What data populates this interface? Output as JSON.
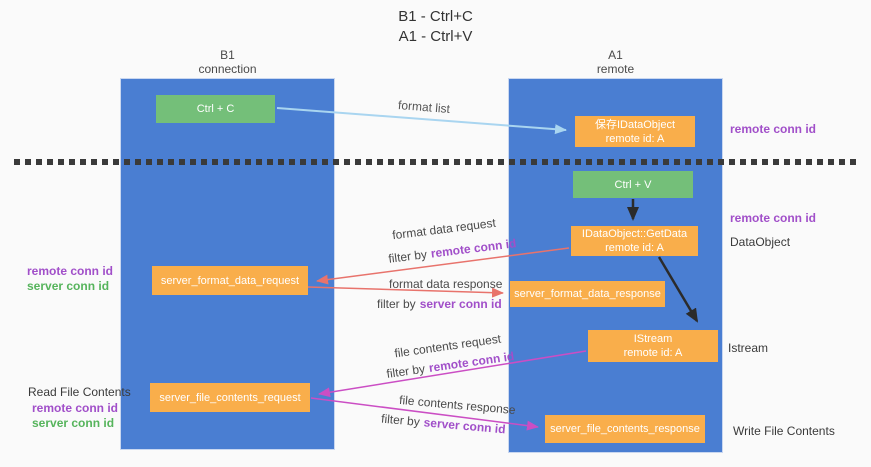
{
  "title": {
    "line1": "B1 - Ctrl+C",
    "line2": "A1 - Ctrl+V"
  },
  "lanes": {
    "left": {
      "title": "B1",
      "subtitle": "connection"
    },
    "right": {
      "title": "A1",
      "subtitle": "remote"
    }
  },
  "nodes": {
    "ctrl_c": {
      "label": "Ctrl + C"
    },
    "ctrl_v": {
      "label": "Ctrl + V"
    },
    "save_dataobject": {
      "line1": "保存IDataObject",
      "line2": "remote id: A"
    },
    "getdata": {
      "line1": "IDataObject::GetData",
      "line2": "remote id: A"
    },
    "istream": {
      "line1": "IStream",
      "line2": "remote id: A"
    },
    "format_request": {
      "label": "server_format_data_request"
    },
    "format_response": {
      "label": "server_format_data_response"
    },
    "file_request": {
      "label": "server_file_contents_request"
    },
    "file_response": {
      "label": "server_file_contents_response"
    }
  },
  "left_annotations": {
    "conn_pair_top": {
      "remote": "remote conn id",
      "server": "server conn id"
    },
    "read_file": "Read File Contents",
    "conn_pair_bottom": {
      "remote": "remote conn id",
      "server": "server conn id"
    }
  },
  "right_annotations": {
    "remote_conn_top": "remote conn id",
    "remote_conn_mid": "remote conn id",
    "dataobject": "DataObject",
    "istream": "Istream",
    "write_file": "Write File Contents"
  },
  "flows": {
    "format_list": {
      "label": "format list"
    },
    "format_request": {
      "label": "format data request",
      "filter_prefix": "filter by",
      "filter_key": "remote conn id"
    },
    "format_response": {
      "label": "format data response",
      "filter_prefix": "filter by",
      "filter_key": "server conn id"
    },
    "file_request": {
      "label": "file contents request",
      "filter_prefix": "filter by",
      "filter_key": "remote conn id"
    },
    "file_response": {
      "label": "file contents response",
      "filter_prefix": "filter by",
      "filter_key": "server conn id"
    }
  },
  "colors": {
    "lane_blue": "#4a7ed2",
    "node_green": "#74bf79",
    "node_orange": "#f9ae4b",
    "arrow_light_blue": "#a9d5f0",
    "arrow_red": "#e8736c",
    "arrow_magenta": "#cb4ec4",
    "arrow_black": "#2b2b2b",
    "annotation_purple": "#a14fc9",
    "annotation_green": "#56b45c"
  }
}
